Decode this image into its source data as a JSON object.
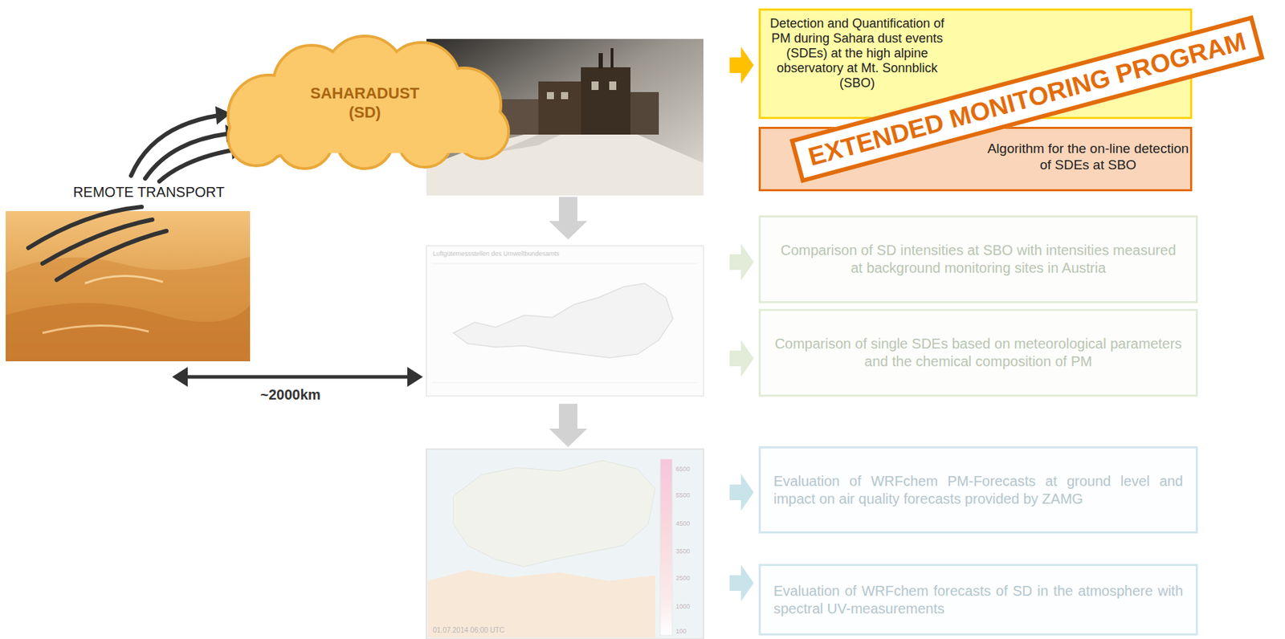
{
  "diagram": {
    "nodes": [
      {
        "text": [
          "SAHARADUST (SD)"
        ]
      },
      {
        "text": [
          "Detection and Quantification of PM during Sahara dust events (SDEs) at the high alpine observatory at Mt. Sonnblick (SBO)"
        ]
      },
      {
        "text": [
          "Algorithm for the on-line detection of SDEs at SBO"
        ]
      },
      {
        "text": [
          "Comparison of SD intensities at SBO with intensities measured at background monitoring sites in Austria"
        ]
      },
      {
        "text": [
          "Comparison of single SDEs based on meteorological parameters and the chemical composition of PM"
        ]
      },
      {
        "text": [
          "Evaluation of WRFchem PM-Forecasts at ground level and impact on air quality forecasts provided by ZAMG"
        ]
      },
      {
        "text": [
          "Evaluation of WRFchem forecasts of SD in the atmosphere with spectral UV-measurements"
        ]
      }
    ],
    "labels": [
      "REMOTE TRANSPORT",
      "~2000km",
      "EXTENDED MONITORING PROGRAM",
      "Luftgütemessstellen des Umweltbundesamts",
      "6500",
      "5500",
      "4500",
      "3500",
      "2500",
      "1000",
      "100",
      "01.07.2014 06:00 UTC"
    ]
  }
}
